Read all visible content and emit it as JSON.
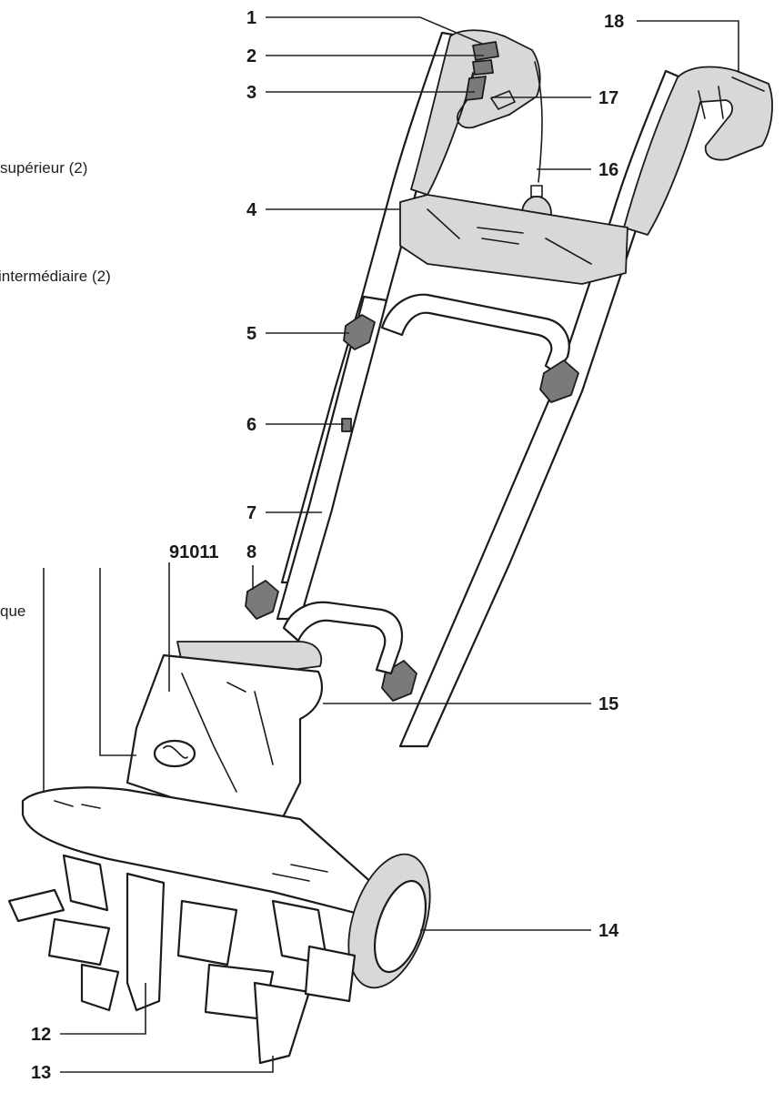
{
  "callouts": {
    "c1": "1",
    "c2": "2",
    "c3": "3",
    "c4": "4",
    "c5": "5",
    "c6": "6",
    "c7": "7",
    "c8": "8",
    "c12": "12",
    "c13": "13",
    "c14": "14",
    "c15": "15",
    "c16": "16",
    "c17": "17",
    "c18": "18"
  },
  "model_number": "91011",
  "side_text": {
    "upper": "supérieur (2)",
    "middle": "intermédiaire (2)",
    "lower": "que"
  },
  "colors": {
    "line": "#1b1b1b",
    "shade": "#d8d8d8",
    "background": "#ffffff"
  }
}
